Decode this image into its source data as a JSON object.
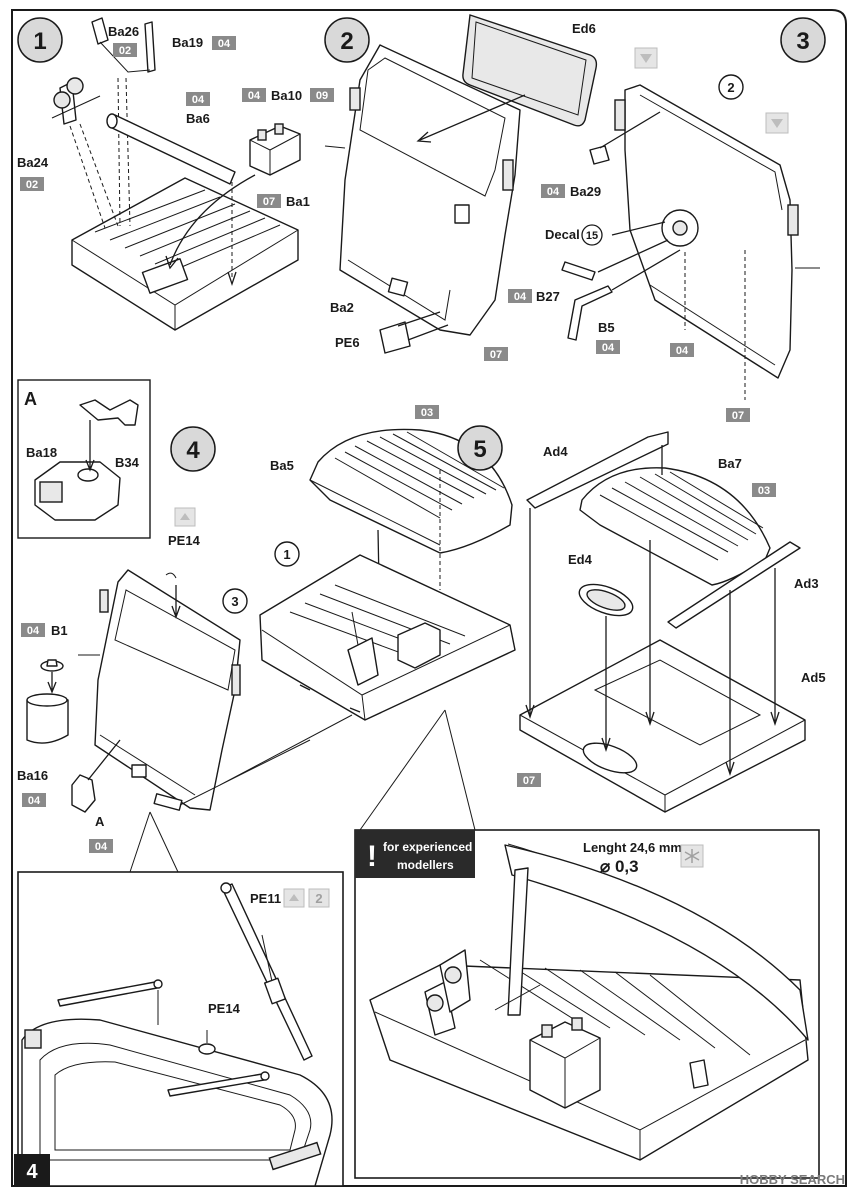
{
  "page": {
    "number": "4",
    "watermark": "HOBBY SEARCH"
  },
  "colors": {
    "code_box": "#8a8a8a",
    "step_circle": "#d9d9d9",
    "line": "#1a1a1a"
  },
  "steps": [
    {
      "number": "1",
      "parts": [
        "Ba26",
        "Ba19",
        "Ba6",
        "Ba10",
        "Ba24",
        "Ba1"
      ],
      "codes": [
        "02",
        "04",
        "04",
        "04",
        "09",
        "02",
        "07"
      ]
    },
    {
      "number": "2",
      "parts": [
        "Ed6",
        "Ba2",
        "PE6"
      ],
      "codes": [
        "07"
      ]
    },
    {
      "number": "3",
      "parts": [
        "2",
        "Ba29",
        "Decal",
        "15",
        "B27",
        "B5"
      ],
      "codes": [
        "04",
        "04",
        "04",
        "04",
        "07"
      ]
    },
    {
      "number": "4",
      "parts": [
        "A",
        "Ba18",
        "B34",
        "Ba5",
        "PE14",
        "1",
        "3",
        "B1",
        "Ba16",
        "A"
      ],
      "codes": [
        "03",
        "04",
        "04",
        "04"
      ]
    },
    {
      "number": "5",
      "parts": [
        "Ad4",
        "Ba7",
        "Ed4",
        "Ad3",
        "Ad5"
      ],
      "codes": [
        "03",
        "07"
      ]
    }
  ],
  "detail_boxes": [
    {
      "name": "subassembly-a",
      "title": "A"
    },
    {
      "name": "pe-detail",
      "parts": [
        "PE11",
        "PE14"
      ],
      "badge": "2"
    },
    {
      "name": "experienced",
      "warning": "!",
      "note_line1": "for experienced",
      "note_line2": "modellers",
      "length_text": "Lenght 24,6 mm",
      "diameter_text": "⌀ 0,3"
    }
  ],
  "labels": {
    "ba26": "Ba26",
    "ba19": "Ba19",
    "ba6": "Ba6",
    "ba10": "Ba10",
    "ba24": "Ba24",
    "ba1": "Ba1",
    "ed6": "Ed6",
    "ba2": "Ba2",
    "pe6": "PE6",
    "ref2": "2",
    "ba29": "Ba29",
    "decal": "Decal",
    "decal_num": "15",
    "b27": "B27",
    "b5": "B5",
    "a_title": "A",
    "ba18": "Ba18",
    "b34": "B34",
    "ba5": "Ba5",
    "pe14": "PE14",
    "ref1": "1",
    "ref3": "3",
    "b1": "B1",
    "ba16": "Ba16",
    "a_ref": "A",
    "ad4": "Ad4",
    "ba7": "Ba7",
    "ed4": "Ed4",
    "ad3": "Ad3",
    "ad5": "Ad5",
    "pe11": "PE11",
    "pe14_detail": "PE14",
    "badge2": "2",
    "step1": "1",
    "step2": "2",
    "step3": "3",
    "step4": "4",
    "step5": "5"
  },
  "codes": {
    "c02a": "02",
    "c04a": "04",
    "c04b": "04",
    "c09": "09",
    "c02b": "02",
    "c07a": "07",
    "c07b": "07",
    "c04c": "04",
    "c04d": "04",
    "c04e": "04",
    "c04f": "04",
    "c07c": "07",
    "c03a": "03",
    "c04g": "04",
    "c04h": "04",
    "c04i": "04",
    "c03b": "03",
    "c07d": "07"
  }
}
